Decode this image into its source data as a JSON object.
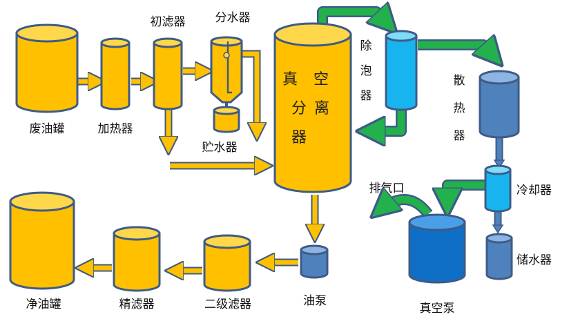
{
  "labels": {
    "waste_oil_tank": "废油罐",
    "heater": "加热器",
    "primary_filter": "初滤器",
    "water_separator": "分水器",
    "water_storage_small": "贮水器",
    "vacuum_separator": [
      "真",
      "空",
      "分",
      "离",
      "器"
    ],
    "defoamer": [
      "除",
      "泡",
      "器"
    ],
    "radiator": [
      "散",
      "热",
      "器"
    ],
    "cooler": "冷却器",
    "water_storage": "储水器",
    "exhaust_port": "排气口",
    "vacuum_pump": "真空泵",
    "oil_pump": "油泵",
    "secondary_filter": "二级滤器",
    "fine_filter": "精滤器",
    "clean_oil_tank": "净油罐"
  },
  "colors": {
    "oil_yellow": "#FFC000",
    "oil_yellow_top": "#FFD74A",
    "outline": "#3E5B86",
    "cyan": "#18B4F0",
    "cyan_top": "#7DDCFA",
    "steel_blue": "#4F81BD",
    "steel_blue_top": "#8EB4E3",
    "deep_blue": "#0F6FC6",
    "deep_blue_top": "#4AA0E8",
    "green": "#22B14C"
  }
}
